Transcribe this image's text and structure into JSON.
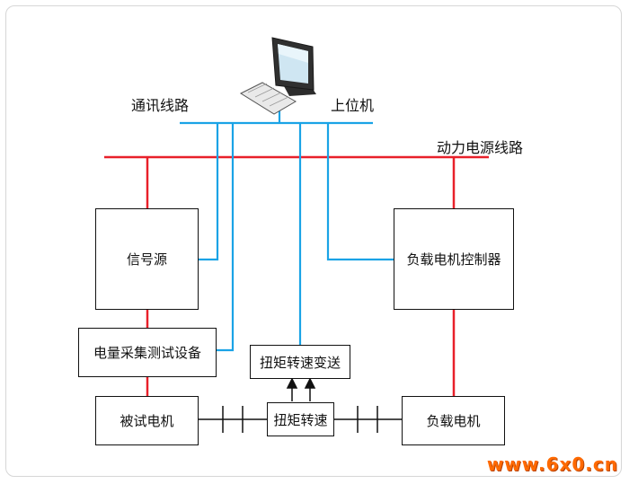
{
  "labels": {
    "comm_line": "通讯线路",
    "host_pc": "上位机",
    "power_line": "动力电源线路"
  },
  "boxes": {
    "signal_source": "信号源",
    "load_controller": "负载电机控制器",
    "power_acquisition": "电量采集测试设备",
    "torque_transmitter": "扭矩转速变送",
    "motor_under_test": "被试电机",
    "torque_sensor": "扭矩转速",
    "load_motor": "负载电机"
  },
  "watermark": "www.6x0.cn",
  "colors": {
    "comm": "#1aa3e6",
    "power": "#e8202a",
    "box_border": "#111111"
  }
}
